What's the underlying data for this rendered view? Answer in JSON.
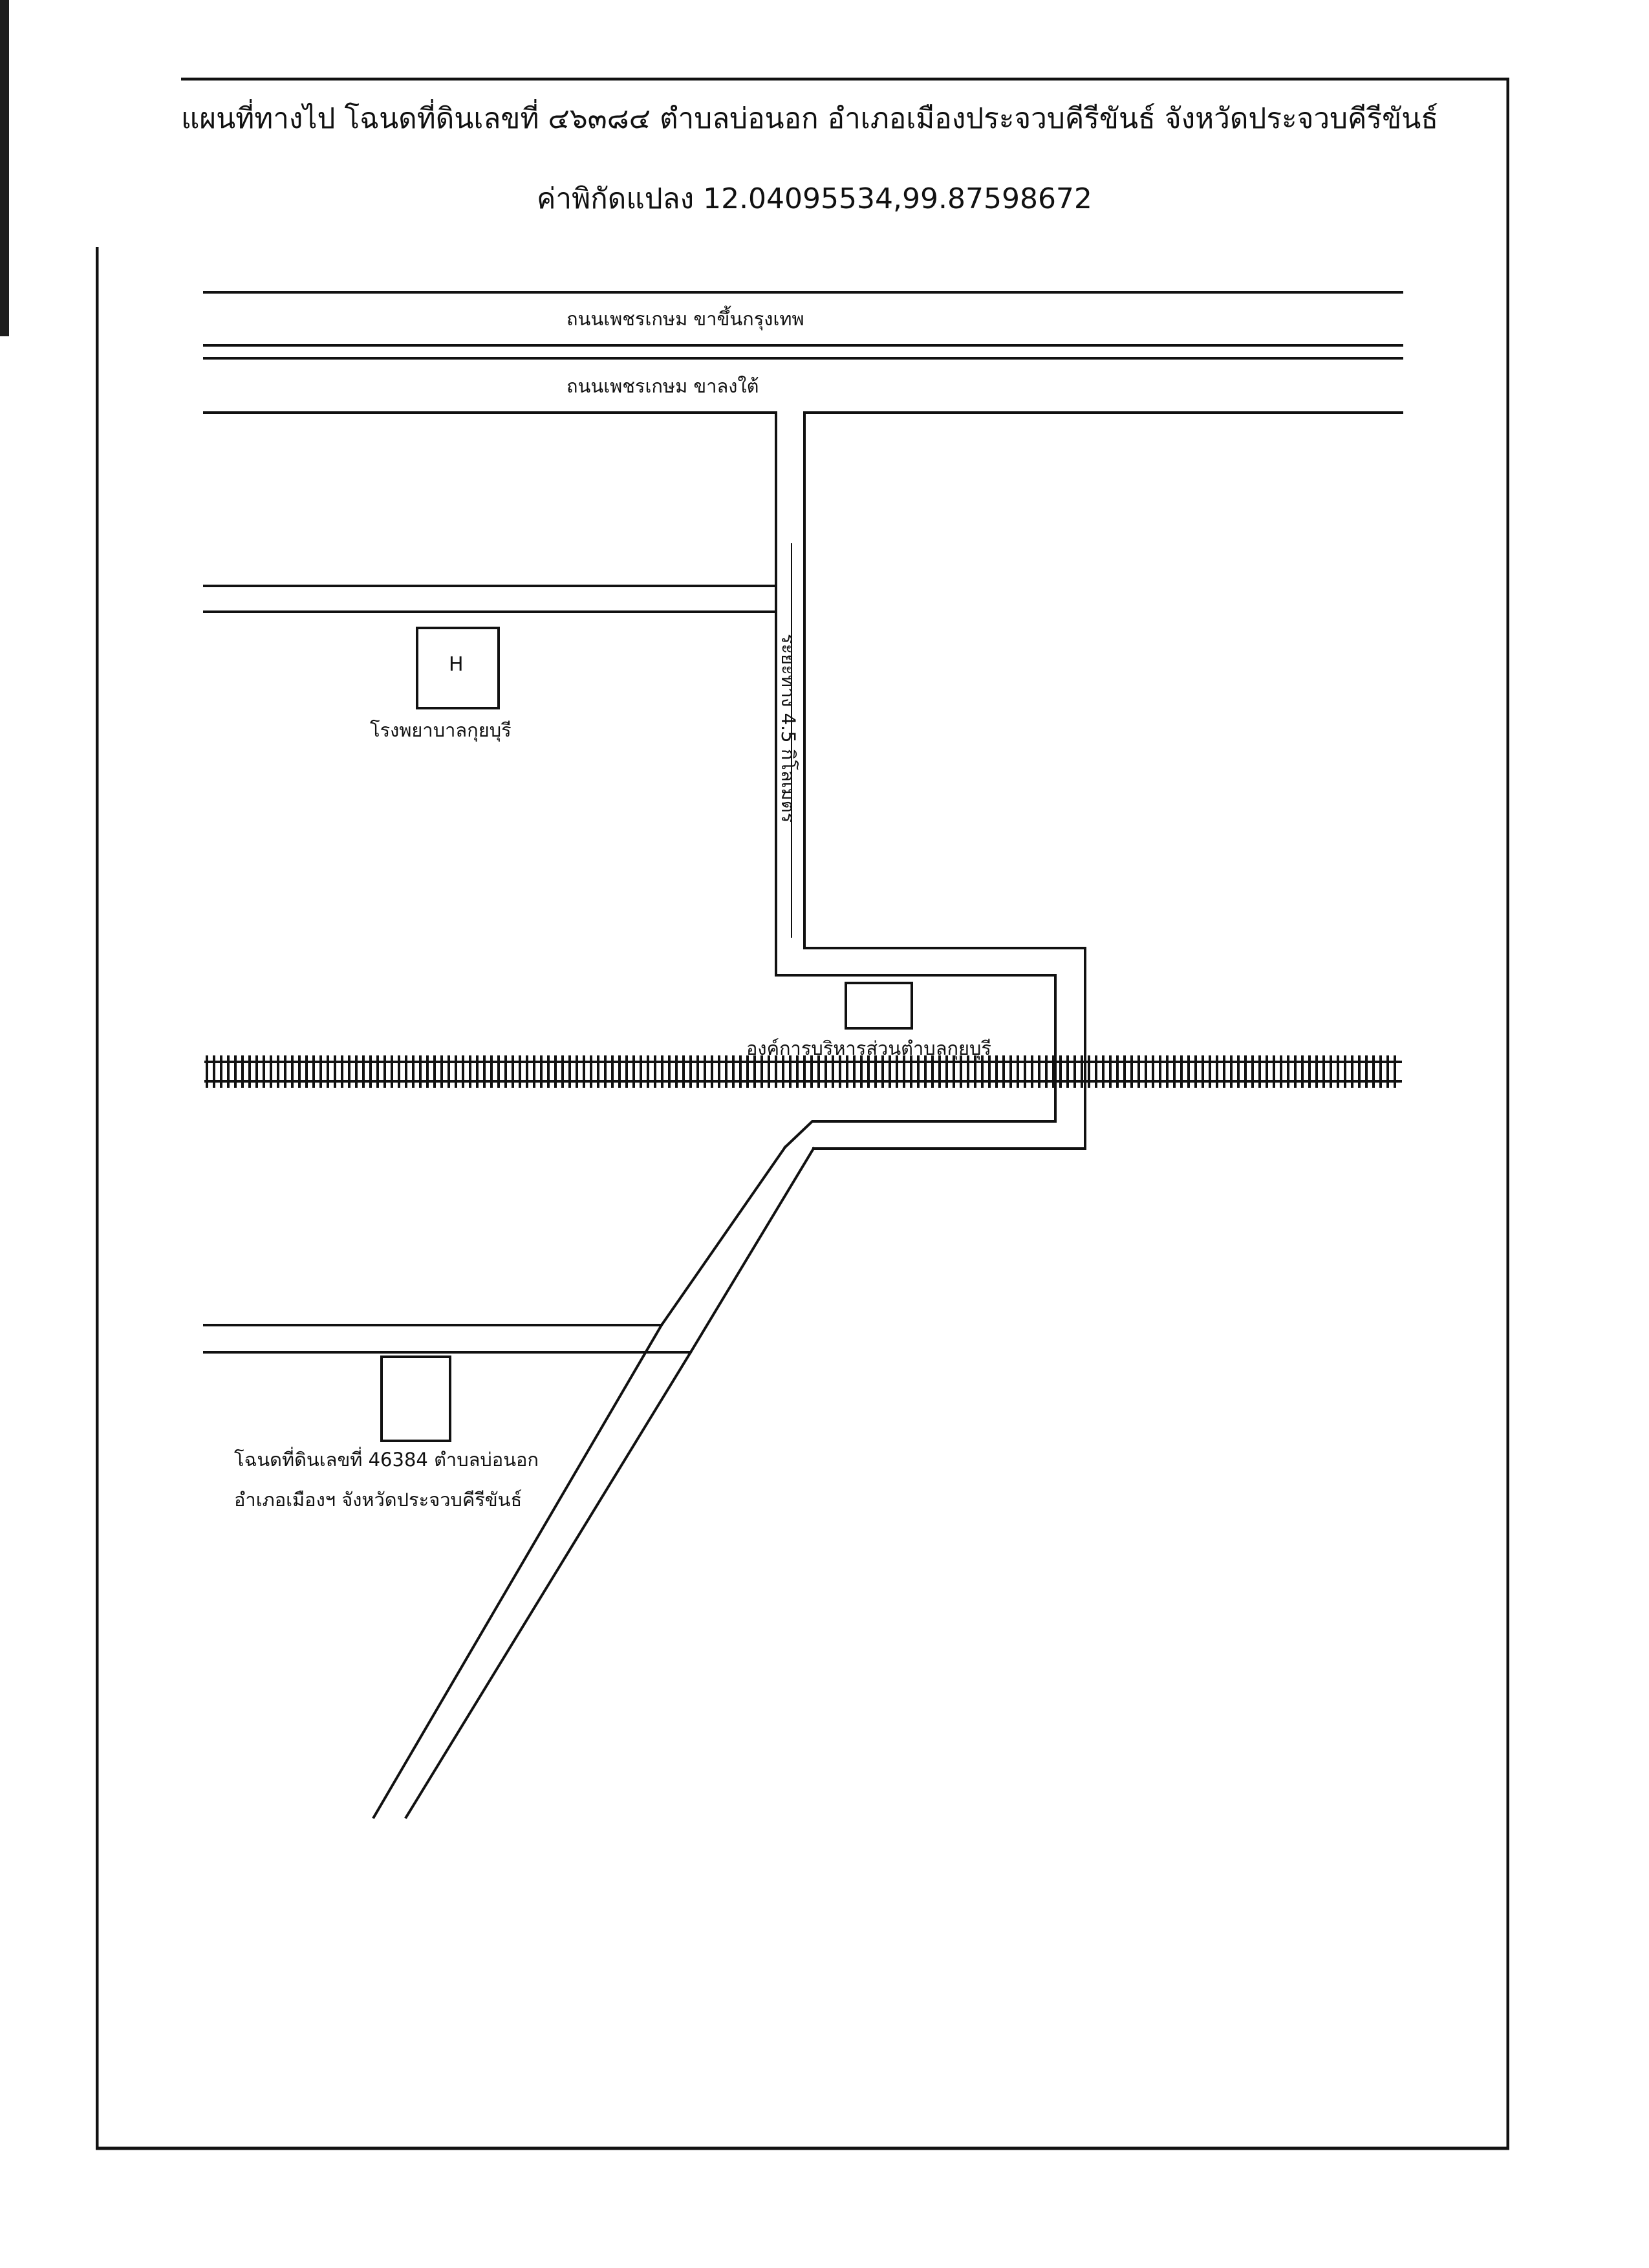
{
  "header": {
    "title": "แผนที่ทางไป โฉนดที่ดินเลขที่ ๔๖๓๘๔ ตำบลบ่อนอก อำเภอเมืองประจวบคีรีขันธ์ จังหวัดประจวบคีรีขันธ์",
    "coordinates": "ค่าพิกัดแปลง 12.04095534,99.87598672"
  },
  "map": {
    "roads": {
      "highway_north": "ถนนเพชรเกษม ขาขึ้นกรุงเทพ",
      "highway_south": "ถนนเพชรเกษม ขาลงใต้",
      "distance": "ระยะทาง 4.5 กิโลเมตร"
    },
    "landmarks": {
      "hospital_symbol": "H",
      "hospital": "โรงพยาบาลกุยบุรี",
      "tao_office": "องค์การบริหารส่วนตำบลกุยบุรี",
      "parcel_line1": "โฉนดที่ดินเลขที่ 46384 ตำบลบ่อนอก",
      "parcel_line2": "อำเภอเมืองฯ จังหวัดประจวบคีรีขันธ์"
    }
  },
  "colors": {
    "ink": "#111111",
    "paper": "#ffffff"
  }
}
